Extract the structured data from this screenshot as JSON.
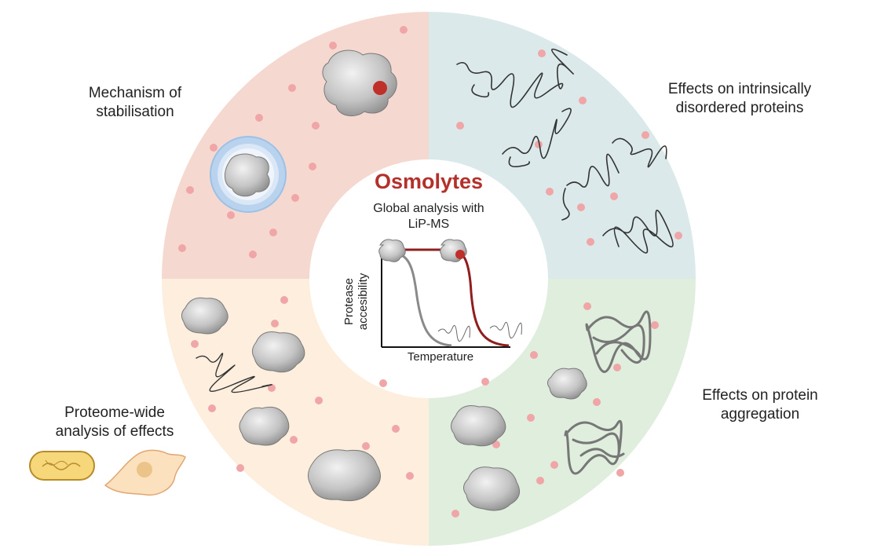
{
  "center": {
    "title": "Osmolytes",
    "subtitle_line1": "Global analysis with",
    "subtitle_line2": "LiP-MS"
  },
  "labels": {
    "top_left": [
      "Mechanism of",
      "stabilisation"
    ],
    "top_right": [
      "Effects on intrinsically",
      "disordered proteins"
    ],
    "bottom_right": [
      "Effects on protein",
      "aggregation"
    ],
    "bottom_left": [
      "Proteome-wide",
      "analysis of effects"
    ]
  },
  "mini_chart": {
    "ylabel_line1": "Protease",
    "ylabel_line2": "accesibility",
    "xlabel": "Temperature"
  },
  "colors": {
    "top_left": "#f5d9d0",
    "top_right": "#dbe9ea",
    "bottom_right": "#dfeedd",
    "bottom_left": "#fdeedd",
    "accent": "#b3302b",
    "dot": "#f0a6a6",
    "protein": "#c7c7c7",
    "curve_grey": "#8a8a8a",
    "curve_red": "#8f1f1f"
  },
  "icons": [
    "protein-structure-icon",
    "osmolyte-dot-icon",
    "disordered-chain-icon",
    "aggregate-icon",
    "bacterium-icon",
    "mammalian-cell-icon"
  ]
}
